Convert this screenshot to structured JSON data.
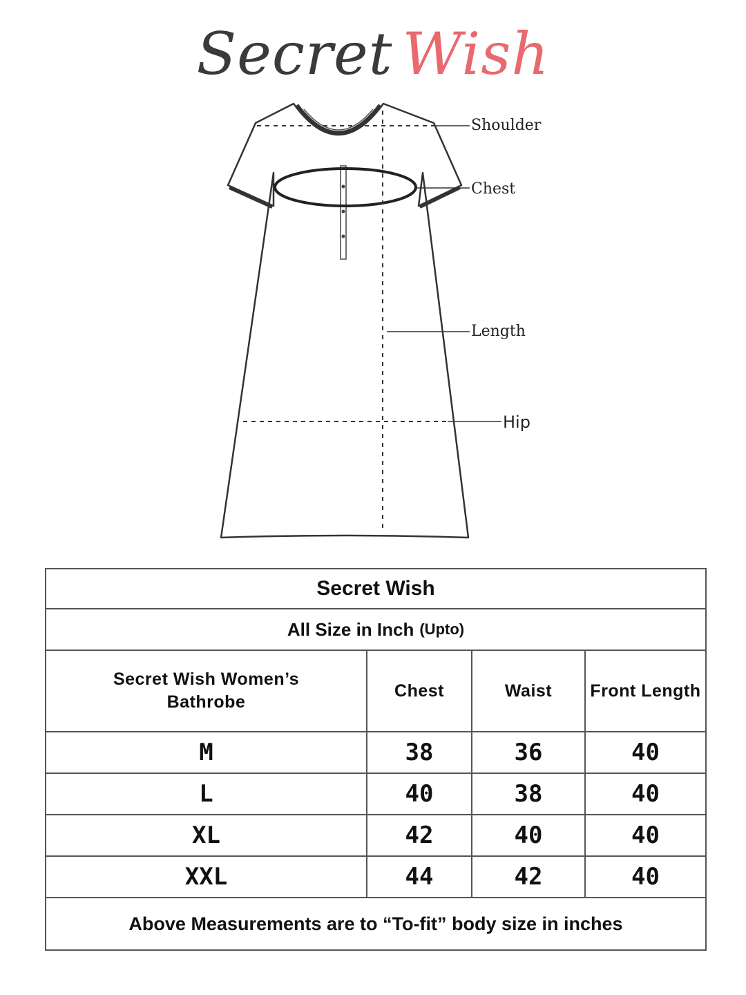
{
  "logo": {
    "word1": "Secret",
    "word2": "Wish",
    "color_dark": "#3a3a3a",
    "color_accent": "#e8696e"
  },
  "diagram": {
    "labels": {
      "shoulder": "Shoulder",
      "chest": "Chest",
      "length": "Length",
      "hip": "Hip"
    }
  },
  "table": {
    "brand": "Secret Wish",
    "unit_title": "All Size in Inch",
    "unit_note": "(Upto)",
    "headers": {
      "product": "Secret Wish Women’s Bathrobe",
      "chest": "Chest",
      "waist": "Waist",
      "front_length": "Front Length"
    },
    "rows": [
      {
        "size": "M",
        "chest": "38",
        "waist": "36",
        "front_length": "40"
      },
      {
        "size": "L",
        "chest": "40",
        "waist": "38",
        "front_length": "40"
      },
      {
        "size": "XL",
        "chest": "42",
        "waist": "40",
        "front_length": "40"
      },
      {
        "size": "XXL",
        "chest": "44",
        "waist": "42",
        "front_length": "40"
      }
    ],
    "footer_note": "Above Measurements are to “To-fit” body size in inches"
  }
}
